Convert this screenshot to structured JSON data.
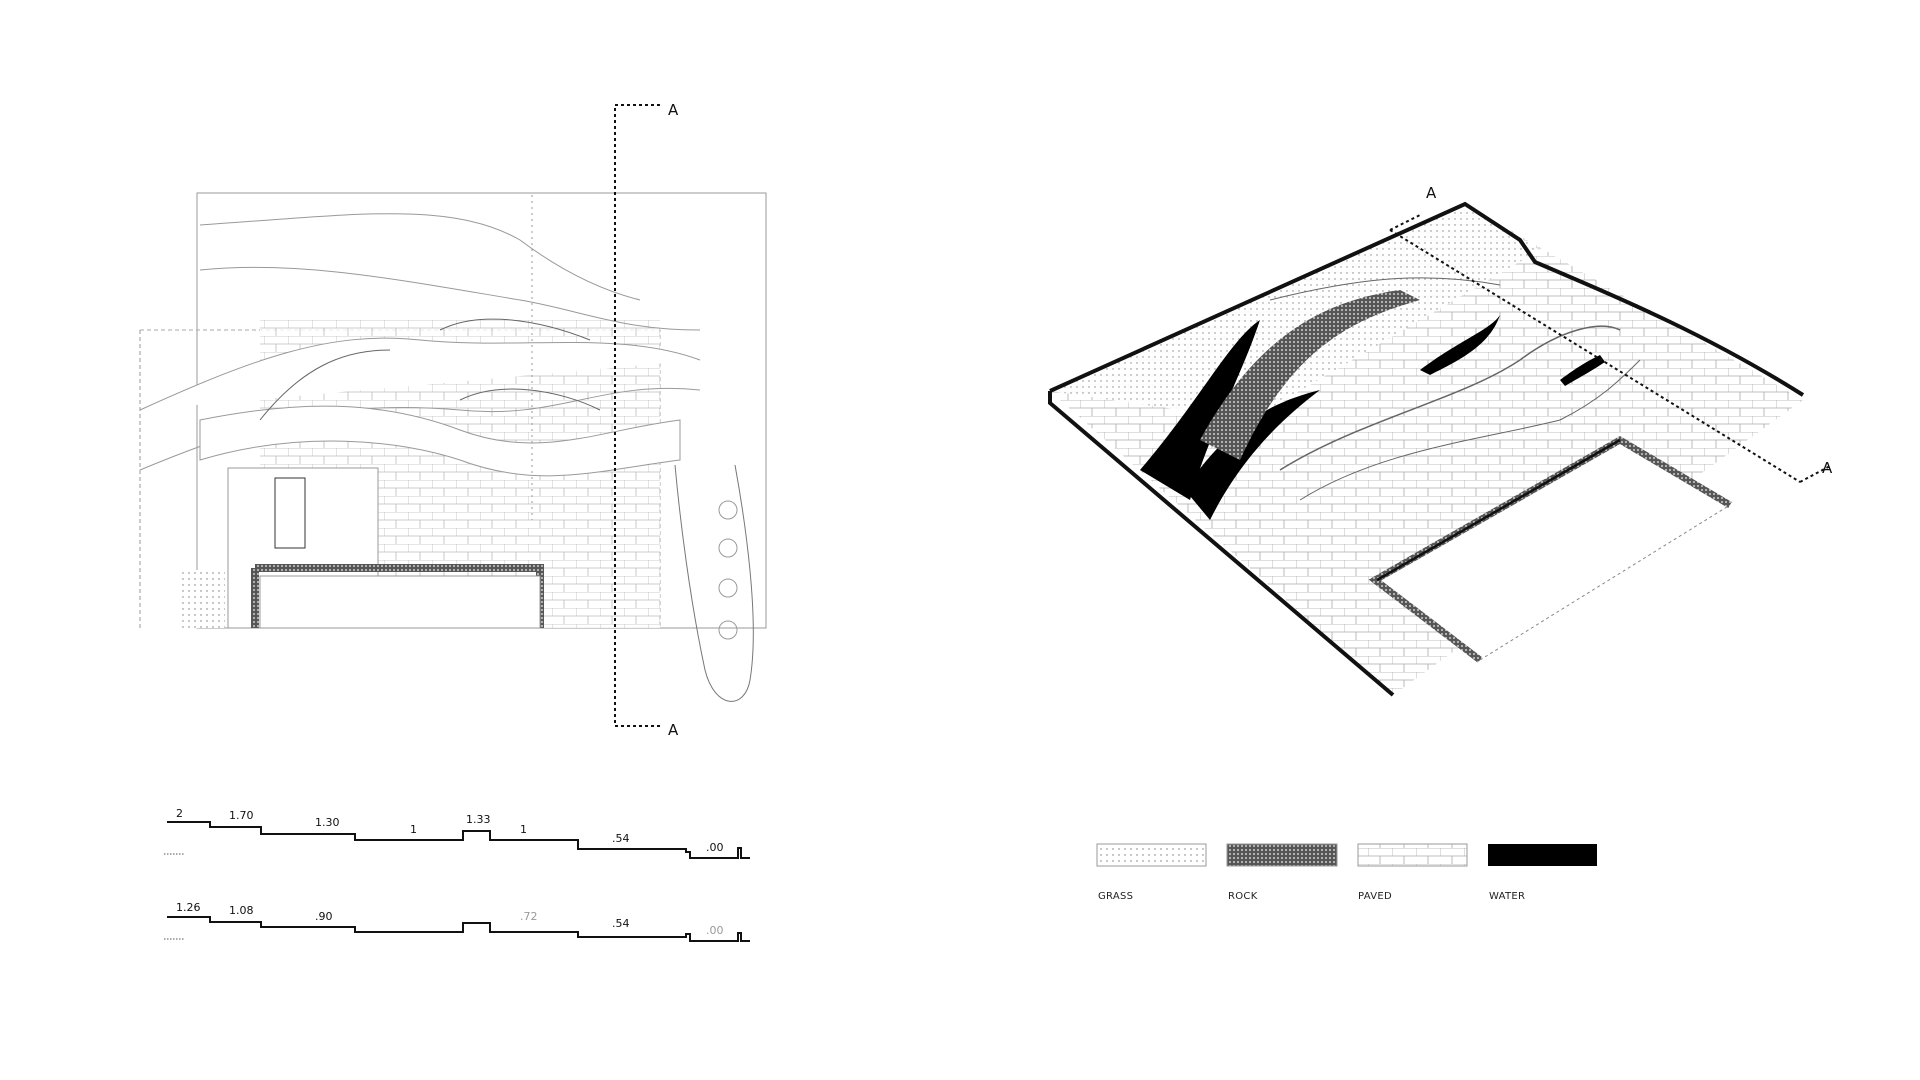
{
  "section_marker": {
    "label": "A"
  },
  "profiles": [
    {
      "name": "section-1",
      "levels": [
        "2",
        "1.70",
        "1.30",
        "1",
        "1.33",
        "1",
        ".54",
        ".00"
      ]
    },
    {
      "name": "section-2",
      "levels": [
        "1.26",
        "1.08",
        ".90",
        "",
        ".72",
        ".54",
        ".00"
      ]
    }
  ],
  "legend": [
    {
      "label": "GRASS"
    },
    {
      "label": "ROCK"
    },
    {
      "label": "PAVED"
    },
    {
      "label": "WATER",
      "color": "#000000"
    }
  ]
}
